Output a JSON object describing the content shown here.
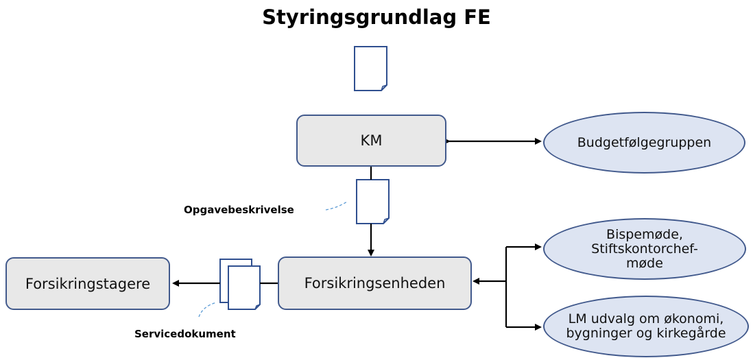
{
  "title": "Styringsgrundlag FE",
  "nodes": {
    "km": "KM",
    "budgetgruppe": "Budgetfølgegruppen",
    "forsikringsenheden": "Forsikringsenheden",
    "forsikringstagere": "Forsikringstagere",
    "bispemode_line1": "Bispemøde,",
    "bispemode_line2": "Stiftskontorchef-",
    "bispemode_line3": "møde",
    "lm_line1": "LM udvalg om økonomi,",
    "lm_line2": "bygninger og kirkegårde"
  },
  "labels": {
    "opgave": "Opgavebeskrivelse",
    "service": "Servicedokument"
  },
  "colors": {
    "border": "#41598c",
    "box_fill": "#e8e8e8",
    "oval_fill": "#dde4f2",
    "doc_stroke": "#2f4f8f"
  }
}
